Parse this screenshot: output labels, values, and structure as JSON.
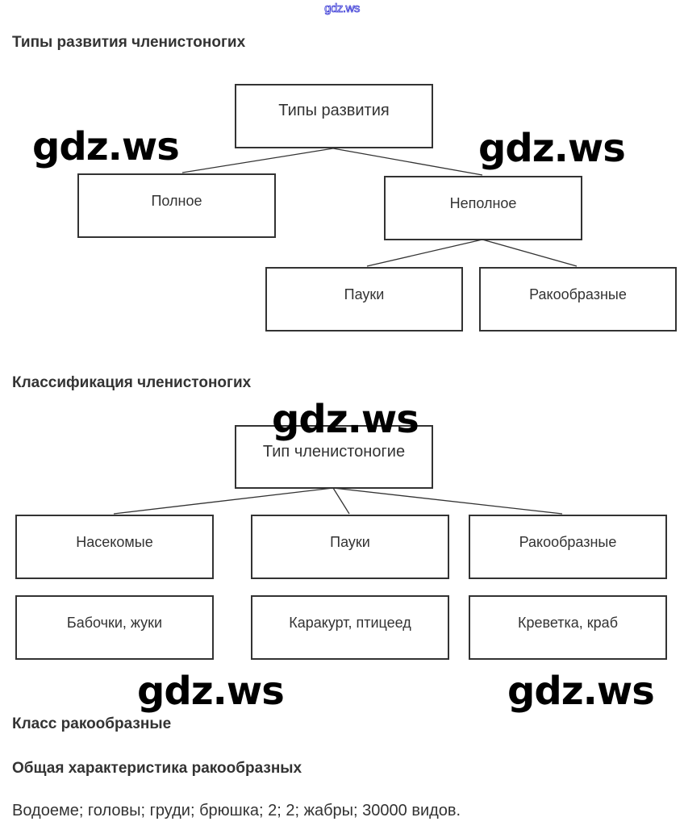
{
  "watermark": "gdz.ws",
  "sections": {
    "development": {
      "heading": "Типы развития членистоногих",
      "root": "Типы развития",
      "full": "Полное",
      "incomplete": "Неполное",
      "incomplete_children": [
        "Пауки",
        "Ракообразные"
      ]
    },
    "classification": {
      "heading": "Классификация членистоногих",
      "root": "Тип членистоногие",
      "classes": [
        "Насекомые",
        "Пауки",
        "Ракообразные"
      ],
      "examples": [
        "Бабочки, жуки",
        "Каракурт, птицеед",
        "Креветка, краб"
      ]
    },
    "crustaceans": {
      "heading": "Класс ракообразные",
      "subheading": "Общая характеристика ракообразных",
      "answer": "Водоеме; головы; груди; брюшка; 2; 2; жабры; 30000 видов."
    }
  }
}
